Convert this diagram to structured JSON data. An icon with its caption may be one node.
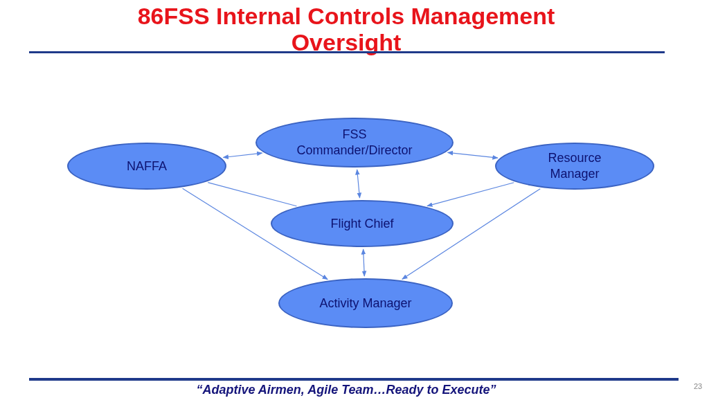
{
  "diagram": {
    "title": "86FSS Internal Controls Management Oversight",
    "nodes": [
      {
        "text": [
          "FSS Commander/Director"
        ]
      },
      {
        "text": [
          "NAFFA"
        ]
      },
      {
        "text": [
          "Resource Manager"
        ]
      },
      {
        "text": [
          "Flight Chief"
        ]
      },
      {
        "text": [
          "Activity Manager"
        ]
      }
    ],
    "edges": [
      {
        "from": 1,
        "to": 0,
        "arrow": "both"
      },
      {
        "from": 0,
        "to": 2,
        "arrow": "both"
      },
      {
        "from": 0,
        "to": 3,
        "arrow": "both"
      },
      {
        "from": 1,
        "to": 3,
        "arrow": "none"
      },
      {
        "from": 1,
        "to": 4,
        "arrow": "to"
      },
      {
        "from": 2,
        "to": 3,
        "arrow": "to"
      },
      {
        "from": 2,
        "to": 4,
        "arrow": "to"
      },
      {
        "from": 3,
        "to": 4,
        "arrow": "both"
      }
    ],
    "labels": [
      "“Adaptive Airmen, Agile Team…Ready to Execute”",
      "23"
    ]
  }
}
